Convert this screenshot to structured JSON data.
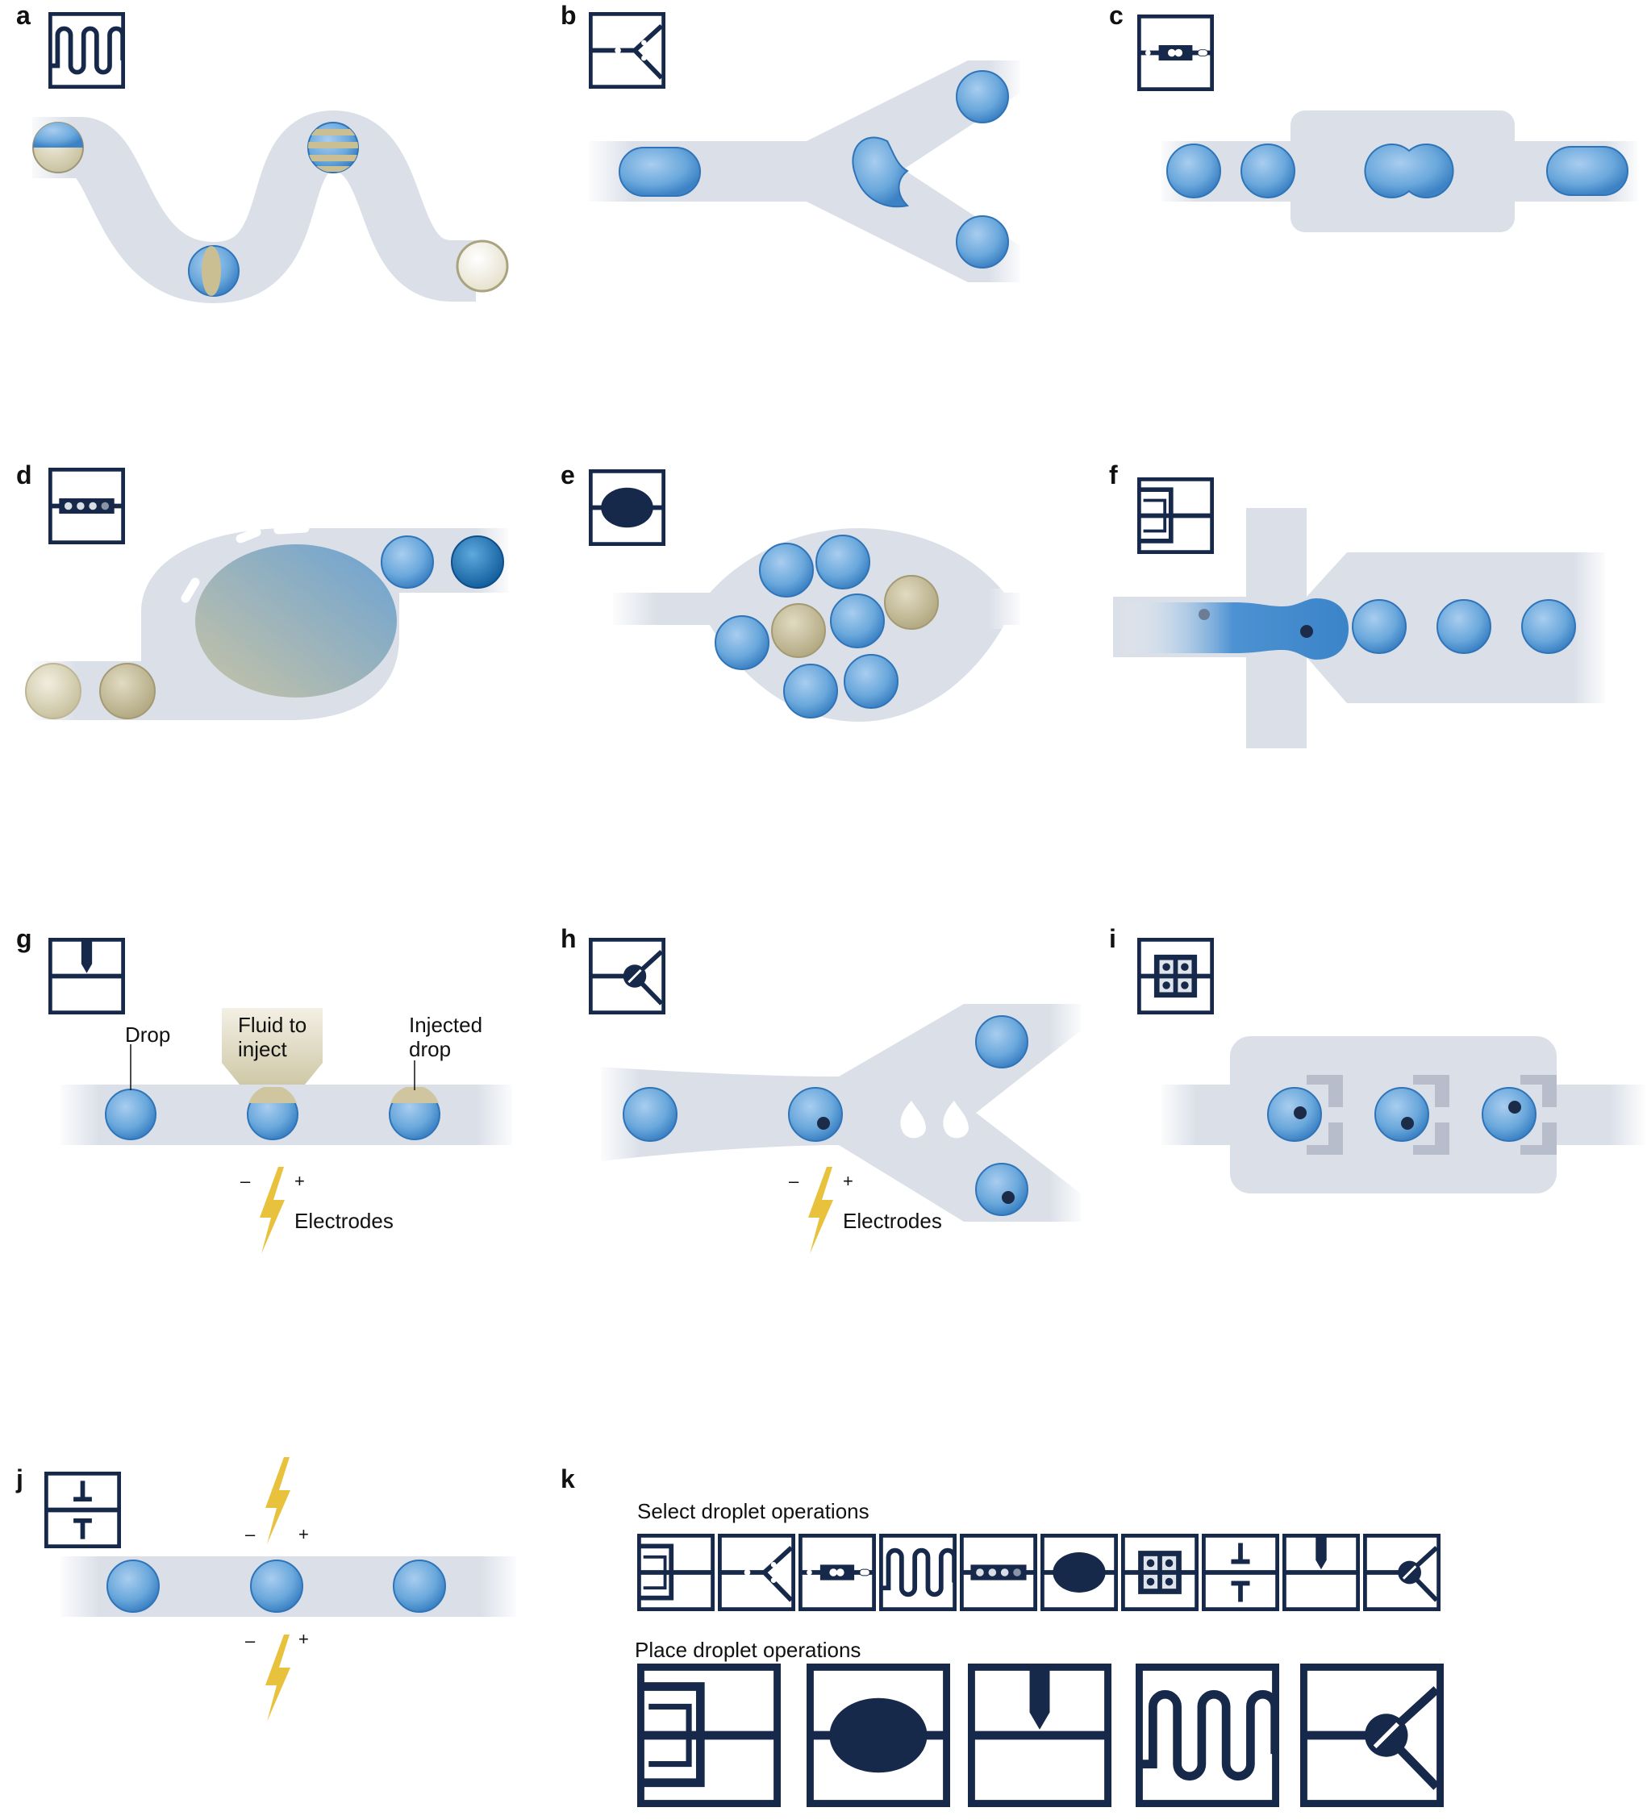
{
  "figure": {
    "panel_labels": [
      "a",
      "b",
      "c",
      "d",
      "e",
      "f",
      "g",
      "h",
      "i",
      "j",
      "k"
    ]
  },
  "panel_g": {
    "drop_label": "Drop",
    "fluid_label_line1": "Fluid to",
    "fluid_label_line2": "inject",
    "injected_label_line1": "Injected",
    "injected_label_line2": "drop",
    "minus": "–",
    "plus": "+",
    "electrodes": "Electrodes"
  },
  "panel_h": {
    "minus": "–",
    "plus": "+",
    "electrodes": "Electrodes"
  },
  "panel_j": {
    "minus": "–",
    "plus": "+"
  },
  "panel_k": {
    "select_heading": "Select droplet operations",
    "place_heading": "Place droplet operations",
    "select_icons": [
      "encapsulation-icon",
      "sorting-icon",
      "merging-icon",
      "mixing-icon",
      "incubation-icon",
      "storage-icon",
      "trapping-icon",
      "electrical-icon",
      "injection-icon",
      "cell-sorting-icon"
    ],
    "place_icons": [
      "encapsulation-icon",
      "storage-icon",
      "injection-icon",
      "mixing-icon",
      "cell-sorting-icon"
    ]
  },
  "colors": {
    "channel": "#dadfe8",
    "drop": "#6aa8dc",
    "drop_edge": "#2f74b8",
    "cream": "#d6d1b6",
    "icon_navy": "#17294a",
    "bolt": "#e8c23c"
  }
}
